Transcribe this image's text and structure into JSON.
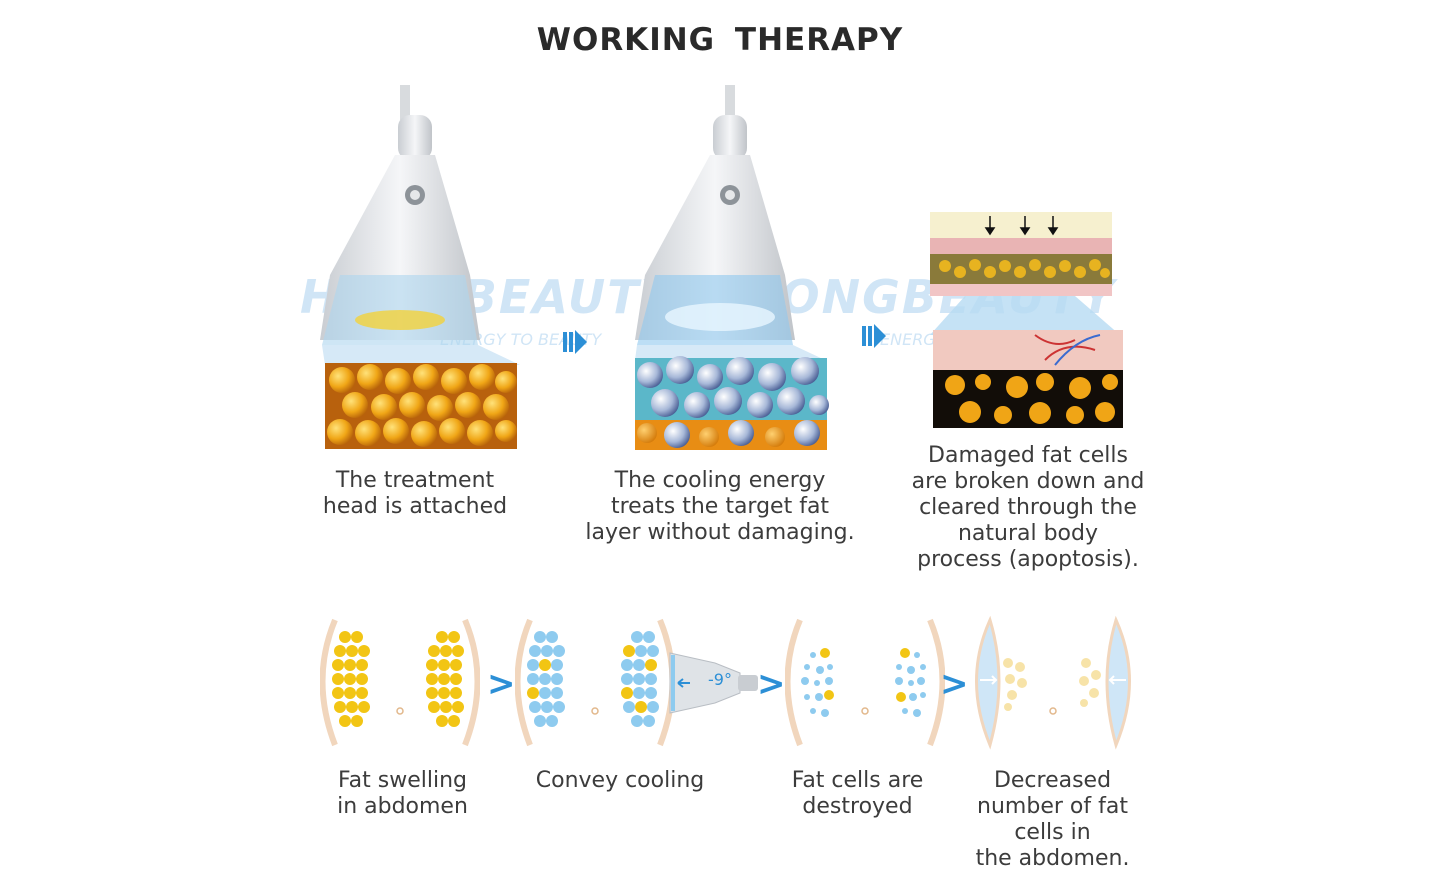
{
  "title": "WORKING  THERAPY",
  "watermark": {
    "brand": "HONGBEAUTY",
    "tagline": "ENERGY TO BEAUTY"
  },
  "top_steps": [
    {
      "lines": [
        "The treatment",
        "head is attached"
      ]
    },
    {
      "lines": [
        "The cooling energy",
        "treats the target fat",
        "layer without damaging."
      ]
    },
    {
      "lines": [
        "Damaged fat cells",
        "are broken down and",
        "cleared through the",
        "natural body",
        "process (apoptosis)."
      ]
    }
  ],
  "bottom_steps": [
    {
      "lines": [
        "Fat swelling",
        "in abdomen"
      ]
    },
    {
      "lines": [
        "Convey cooling"
      ]
    },
    {
      "lines": [
        "Fat cells are",
        "destroyed"
      ]
    },
    {
      "lines": [
        "Decreased",
        "number of fat",
        "cells in",
        "the abdomen."
      ]
    }
  ],
  "device_temp": "-9°",
  "colors": {
    "fat": "#f2c514",
    "cold": "#8ecbef",
    "arrow": "#2c8fd6",
    "skin": "#f1d6bd"
  }
}
